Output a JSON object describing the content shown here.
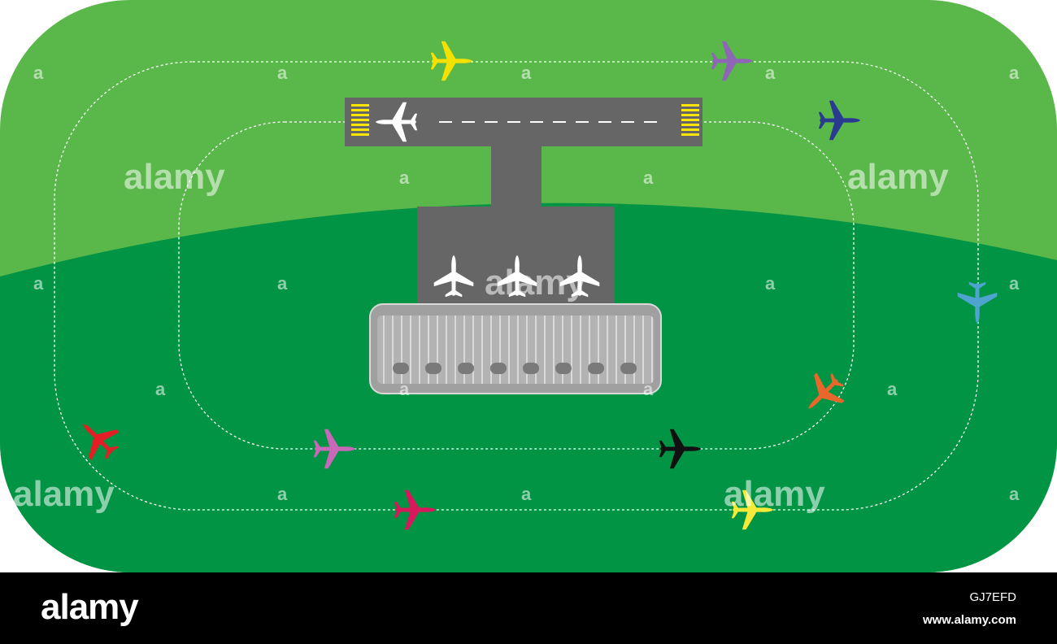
{
  "colors": {
    "grass_light": "#5ab84a",
    "grass_dark": "#009444",
    "asphalt": "#666666",
    "terminal": "#a7a7a7",
    "route_dash": "#ffffff",
    "threshold": "#ffe600"
  },
  "watermark": {
    "logo": "alamy",
    "letter": "a"
  },
  "airport": {
    "runway_planes": 1,
    "parked_planes": 3,
    "terminal_gates": 8
  },
  "planes": [
    {
      "name": "plane-yellow-top",
      "color": "#f5e100"
    },
    {
      "name": "plane-purple-top",
      "color": "#8e66b6"
    },
    {
      "name": "plane-navy",
      "color": "#2a3b8f"
    },
    {
      "name": "plane-lightblue",
      "color": "#4fa3cf"
    },
    {
      "name": "plane-orange",
      "color": "#e8672a"
    },
    {
      "name": "plane-black",
      "color": "#111111"
    },
    {
      "name": "plane-yellow-bottom",
      "color": "#f5ea3a"
    },
    {
      "name": "plane-crimson",
      "color": "#d6195a"
    },
    {
      "name": "plane-pink",
      "color": "#c968b8"
    },
    {
      "name": "plane-red",
      "color": "#e31e24"
    },
    {
      "name": "plane-white-runway",
      "color": "#ffffff"
    }
  ],
  "footer": {
    "logo": "alamy",
    "image_id": "GJ7EFD",
    "url": "www.alamy.com"
  }
}
